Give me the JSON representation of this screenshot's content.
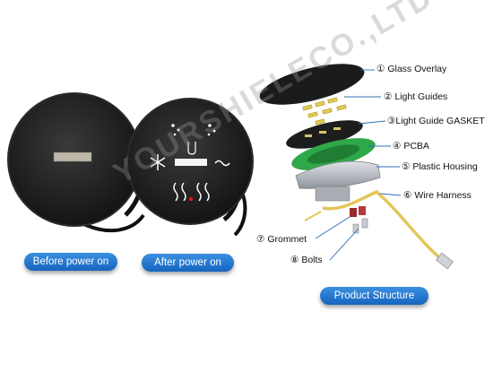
{
  "watermark": "YOURSHIELECO.,LTD",
  "captions": {
    "before": "Before power on",
    "after": "After power on",
    "structure": "Product Structure"
  },
  "parts": [
    {
      "label": "① Glass Overlay"
    },
    {
      "label": "② Light Guides"
    },
    {
      "label": "③Light Guide GASKET"
    },
    {
      "label": "④ PCBA"
    },
    {
      "label": "⑤ Plastic Housing"
    },
    {
      "label": "⑥ Wire Harness"
    },
    {
      "label": "⑦ Grommet"
    },
    {
      "label": "⑧ Bolts"
    }
  ],
  "colors": {
    "pill": "#1e75d2",
    "pcb": "#2fa84a",
    "housing": "#b9bec6",
    "harness": "#e3c65a",
    "panel": "#1a1a1a"
  },
  "icons": [
    "snowflake-icon",
    "wave-icon",
    "heat-icon",
    "drop-icon",
    "dots-icon"
  ]
}
